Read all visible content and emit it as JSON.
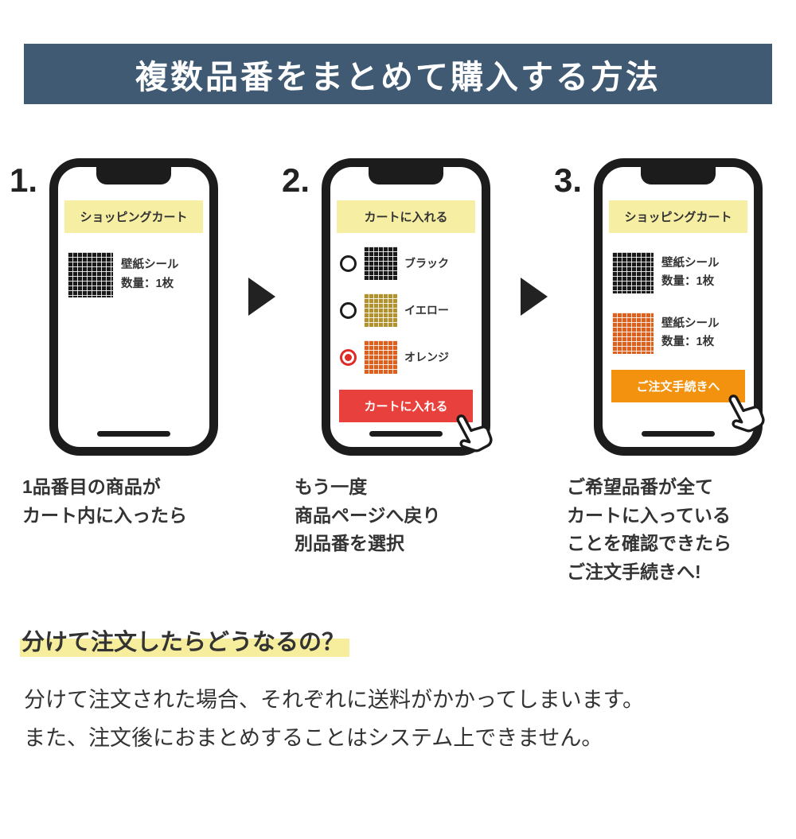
{
  "banner": {
    "title": "複数品番をまとめて購入する方法",
    "bg_color": "#3F5A72"
  },
  "steps": [
    {
      "number": "1.",
      "phone": {
        "header": "ショッピングカート",
        "products": [
          {
            "swatch": "black-grid",
            "name": "壁紙シール",
            "qty": "数量：1枚"
          }
        ]
      },
      "caption": "1品番目の商品が\nカート内に入ったら"
    },
    {
      "number": "2.",
      "phone": {
        "header": "カートに入れる",
        "options": [
          {
            "swatch": "black-grid",
            "label": "ブラック",
            "selected": false
          },
          {
            "swatch": "yellow-grid",
            "label": "イエロー",
            "selected": false
          },
          {
            "swatch": "orange-grid",
            "label": "オレンジ",
            "selected": true
          }
        ],
        "button": {
          "label": "カートに入れる",
          "color": "#E8403C"
        }
      },
      "caption": "もう一度\n商品ページへ戻り\n別品番を選択"
    },
    {
      "number": "3.",
      "phone": {
        "header": "ショッピングカート",
        "products": [
          {
            "swatch": "black-grid",
            "name": "壁紙シール",
            "qty": "数量：1枚"
          },
          {
            "swatch": "orange-grid",
            "name": "壁紙シール",
            "qty": "数量：1枚"
          }
        ],
        "button": {
          "label": "ご注文手続きへ",
          "color": "#F2920F"
        }
      },
      "caption": "ご希望品番が全て\nカートに入っている\nことを確認できたら\nご注文手続きへ!"
    }
  ],
  "faq": {
    "heading": "分けて注文したらどうなるの？",
    "body": "分けて注文された場合、それぞれに送料がかかってしまいます。\nまた、注文後におまとめすることはシステム上できません。",
    "highlight_color": "#F6EE9C"
  },
  "icons": {
    "arrow_right": "triangle-right",
    "hand_pointer": "hand-cursor"
  },
  "colors": {
    "banner_bg": "#3F5A72",
    "phone_header_bg": "#F6EFA3",
    "red_button": "#E8403C",
    "orange_button": "#F2920F",
    "radio_selected": "#DD2B26",
    "text": "#333333"
  }
}
